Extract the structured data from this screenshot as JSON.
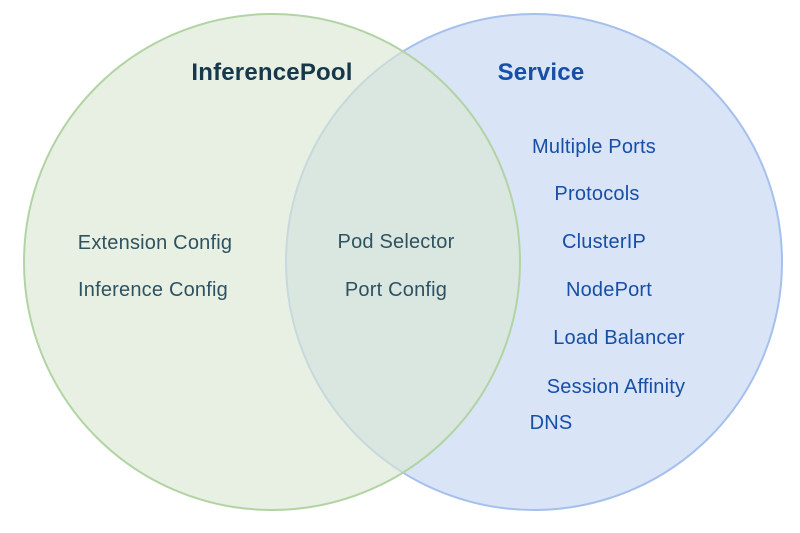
{
  "diagram": {
    "type": "venn",
    "left": {
      "title": "InferencePool",
      "items": [
        "Extension Config",
        "Inference Config"
      ]
    },
    "overlap": {
      "items": [
        "Pod Selector",
        "Port Config"
      ]
    },
    "right": {
      "title": "Service",
      "items": [
        "Multiple Ports",
        "Protocols",
        "ClusterIP",
        "NodePort",
        "Load Balancer",
        "Session Affinity",
        "DNS"
      ]
    },
    "colors": {
      "left_fill": "#dae7d3",
      "left_fill_rendered": "#e7f0e3",
      "left_stroke": "#b2d4a4",
      "right_fill": "#d9e4f6",
      "right_stroke": "#a6c0ee",
      "overlap_fill": "#d9e5dd",
      "left_title_text": "#17384a",
      "left_item_text": "#2e5260",
      "right_text": "#174ea6",
      "background": "#ffffff"
    }
  }
}
